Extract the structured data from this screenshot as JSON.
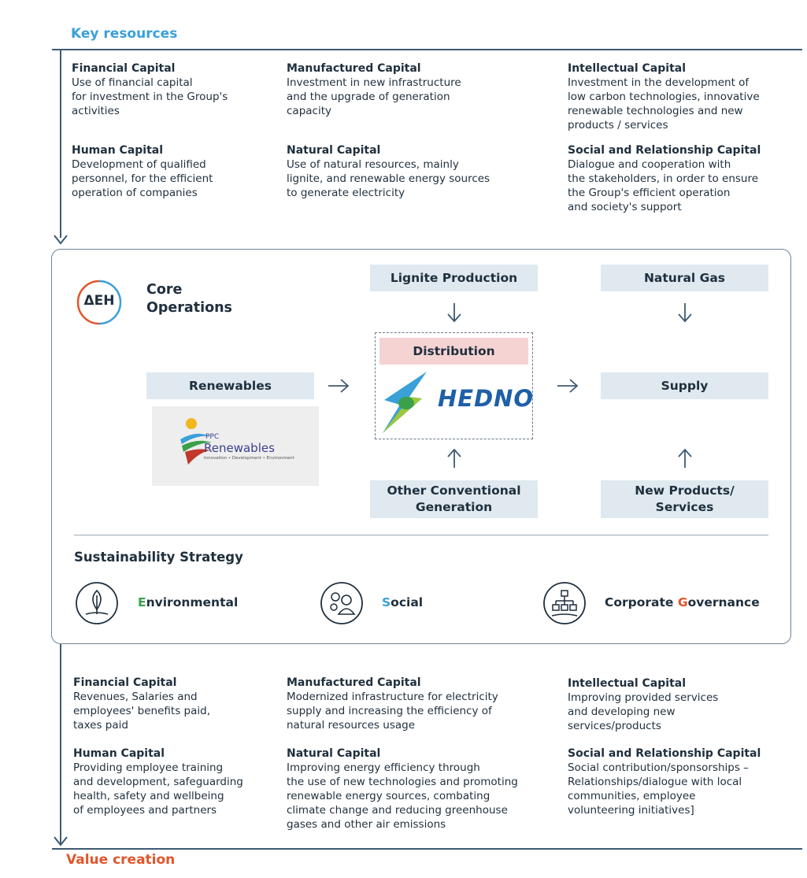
{
  "header": {
    "title": "Key resources",
    "title_color": "#3aa0d8"
  },
  "footer": {
    "title": "Value creation",
    "title_color": "#e2552b"
  },
  "resources": [
    {
      "title": "Financial Capital",
      "text": "Use of financial capital\nfor investment in the Group's\nactivities"
    },
    {
      "title": "Manufactured Capital",
      "text": "Investment in new infrastructure\nand the upgrade of generation\ncapacity"
    },
    {
      "title": "Intellectual Capital",
      "text": "Investment in the development of\nlow carbon technologies, innovative\nrenewable technologies and new\nproducts / services"
    },
    {
      "title": "Human Capital",
      "text": "Development of qualified\npersonnel, for the efficient\noperation of companies"
    },
    {
      "title": "Natural Capital",
      "text": "Use of natural resources, mainly\nlignite, and renewable energy sources\nto generate electricity"
    },
    {
      "title": "Social and Relationship Capital",
      "text": "Dialogue and cooperation with\nthe stakeholders, in order to ensure\nthe Group's efficient operation\nand society's support"
    }
  ],
  "core": {
    "logo_text": "ΔEH",
    "title": "Core\nOperations",
    "lignite": "Lignite Production",
    "natural_gas": "Natural Gas",
    "distribution": "Distribution",
    "hedno": "HEDNO",
    "renewables": "Renewables",
    "ppc_small": "PPC",
    "ppc_big": "Renewables",
    "ppc_tagline": "Innovation • Development • Environment",
    "supply": "Supply",
    "other_conventional": "Other Conventional\nGeneration",
    "new_products": "New Products/\nServices"
  },
  "strategy": {
    "title": "Sustainability Strategy",
    "env_first": "E",
    "env_rest": "nvironmental",
    "env_color": "#3aa04a",
    "soc_first": "S",
    "soc_rest": "ocial",
    "soc_color": "#3aa0d8",
    "gov_pre": "Corporate ",
    "gov_first": "G",
    "gov_rest": "overnance",
    "gov_color": "#e2552b"
  },
  "values": [
    {
      "title": "Financial Capital",
      "text": "Revenues, Salaries and\nemployees' benefits paid,\ntaxes paid"
    },
    {
      "title": "Manufactured Capital",
      "text": "Modernized infrastructure for electricity\nsupply and increasing the efficiency of\nnatural resources usage"
    },
    {
      "title": "Intellectual Capital",
      "text": "Improving provided services\nand developing new\nservices/products"
    },
    {
      "title": "Human Capital",
      "text": "Providing employee training\nand development, safeguarding\nhealth, safety and wellbeing\nof employees and partners"
    },
    {
      "title": "Natural Capital",
      "text": "Improving energy efficiency through\nthe use of new technologies and promoting\nrenewable energy sources, combating\nclimate change and reducing greenhouse\ngases and other air emissions"
    },
    {
      "title": "Social and Relationship Capital",
      "text": "Social contribution/sponsorships –\nRelationships/dialogue with local\ncommunities, employee\nvolunteering initiatives]"
    }
  ]
}
